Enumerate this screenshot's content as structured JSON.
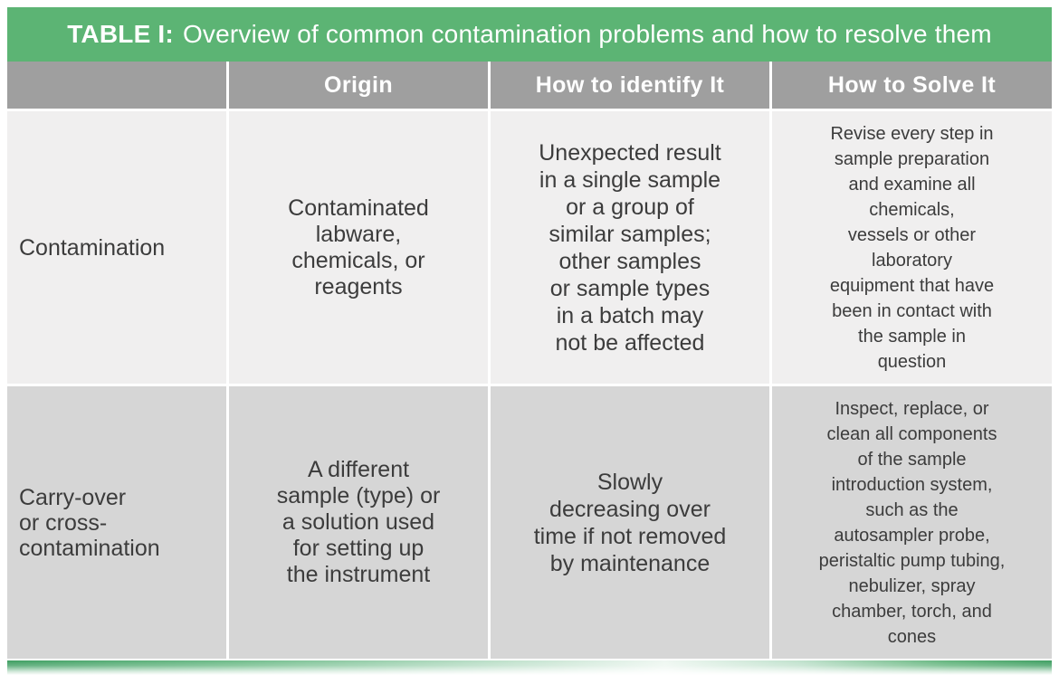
{
  "title": {
    "label": "TABLE I:",
    "text": "Overview of common contamination problems and how to resolve them"
  },
  "columns": {
    "row_header": "",
    "origin": "Origin",
    "identify": "How to identify It",
    "solve": "How to Solve It"
  },
  "rows": [
    {
      "name": "Contamination",
      "origin": "Contaminated\nlabware,\nchemicals, or\nreagents",
      "identify": "Unexpected result\nin a single sample\nor a group of\nsimilar samples;\nother samples\nor sample types\nin a batch may\nnot be affected",
      "solve": "Revise every step in\nsample preparation\nand examine all\nchemicals,\nvessels or other\nlaboratory\nequipment that have\nbeen in contact with\nthe sample in\nquestion"
    },
    {
      "name": "Carry-over\nor cross-\ncontamination",
      "origin": "A different\nsample (type) or\na solution used\nfor setting up\nthe instrument",
      "identify": "Slowly\ndecreasing over\ntime if not removed\nby maintenance",
      "solve": "Inspect, replace, or\nclean all components\nof the sample\nintroduction system,\nsuch as the\nautosampler probe,\nperistaltic pump tubing,\nnebulizer, spray\nchamber, torch, and\ncones"
    }
  ],
  "colors": {
    "title_green": "#5cb474",
    "accent_green": "#3f9f62",
    "header_gray": "#9f9f9f",
    "row_light": "#f0efef",
    "row_dark": "#d6d6d6",
    "text": "#3c3c3c"
  }
}
